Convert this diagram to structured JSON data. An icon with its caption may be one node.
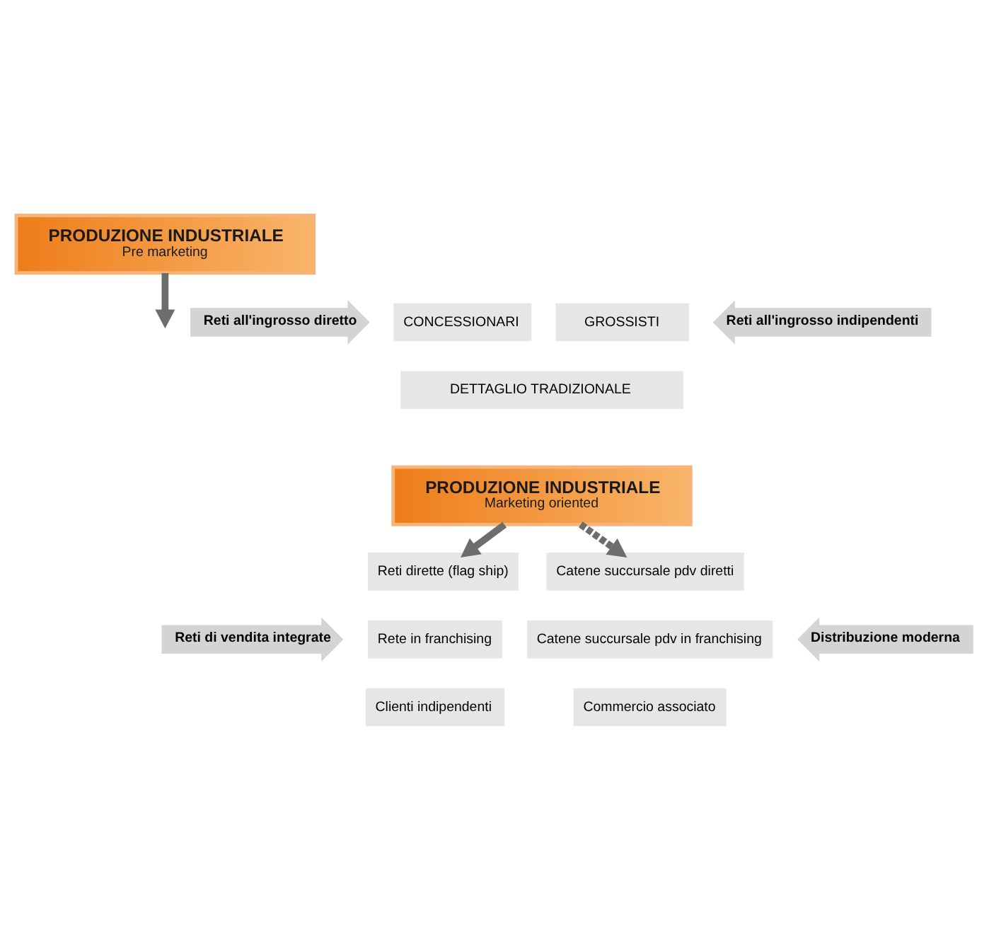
{
  "diagram": {
    "nodes": [
      {
        "text": [
          "PRODUZIONE INDUSTRIALE",
          "Pre marketing"
        ]
      },
      {
        "text": [
          "Reti all'ingrosso diretto"
        ]
      },
      {
        "text": [
          "CONCESSIONARI"
        ]
      },
      {
        "text": [
          "GROSSISTI"
        ]
      },
      {
        "text": [
          "Reti all'ingrosso indipendenti"
        ]
      },
      {
        "text": [
          "DETTAGLIO TRADIZIONALE"
        ]
      },
      {
        "text": [
          "PRODUZIONE INDUSTRIALE",
          "Marketing oriented"
        ]
      },
      {
        "text": [
          "Reti dirette (flag ship)"
        ]
      },
      {
        "text": [
          "Catene succursale pdv diretti"
        ]
      },
      {
        "text": [
          "Reti di vendita integrate"
        ]
      },
      {
        "text": [
          "Rete in franchising"
        ]
      },
      {
        "text": [
          "Catene succursale pdv in franchising"
        ]
      },
      {
        "text": [
          "Distribuzione moderna"
        ]
      },
      {
        "text": [
          "Clienti indipendenti"
        ]
      },
      {
        "text": [
          "Commercio associato"
        ]
      }
    ],
    "edges": [
      {
        "from": 0,
        "to": null,
        "arrow": "to"
      },
      {
        "from": 6,
        "to": 7,
        "arrow": "to"
      },
      {
        "from": 6,
        "to": 8,
        "arrow": "to",
        "style": "dashed"
      }
    ]
  }
}
